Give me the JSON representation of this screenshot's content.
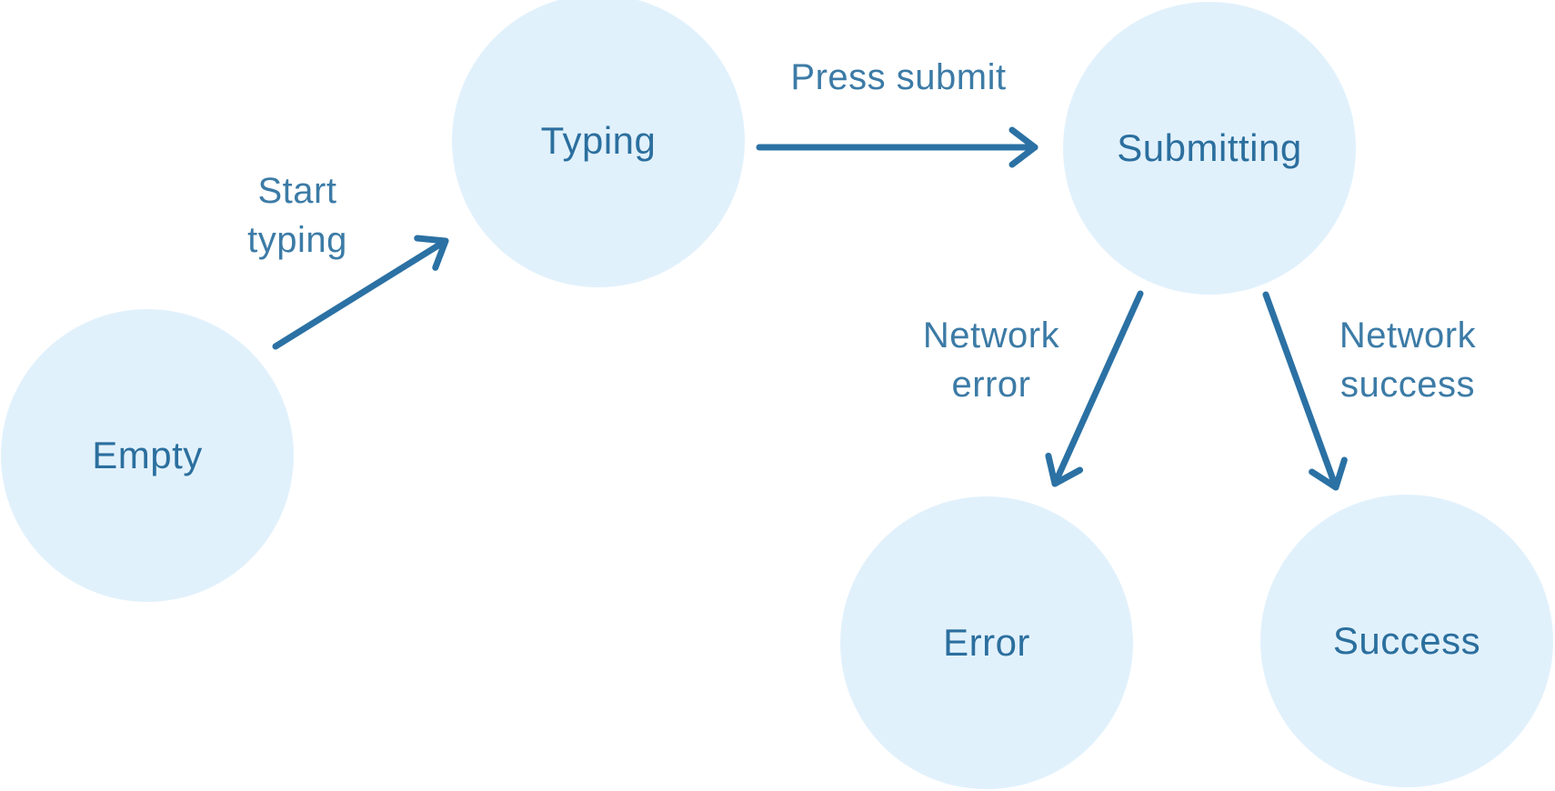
{
  "diagram": {
    "type": "state-diagram",
    "background": "#FFFFFF"
  },
  "nodes": [
    {
      "id": "empty",
      "label": "Empty"
    },
    {
      "id": "typing",
      "label": "Typing"
    },
    {
      "id": "submitting",
      "label": "Submitting"
    },
    {
      "id": "error",
      "label": "Error"
    },
    {
      "id": "success",
      "label": "Success"
    }
  ],
  "edges": [
    {
      "from": "empty",
      "to": "typing",
      "label": "Start typing"
    },
    {
      "from": "typing",
      "to": "submitting",
      "label": "Press submit"
    },
    {
      "from": "submitting",
      "to": "error",
      "label": "Network error"
    },
    {
      "from": "submitting",
      "to": "success",
      "label": "Network success"
    }
  ],
  "colors": {
    "node_fill": "#E1F1FC",
    "node_text": "#2B6F9E",
    "arrow": "#2B71A4",
    "edge_label_text": "#2C709F"
  }
}
